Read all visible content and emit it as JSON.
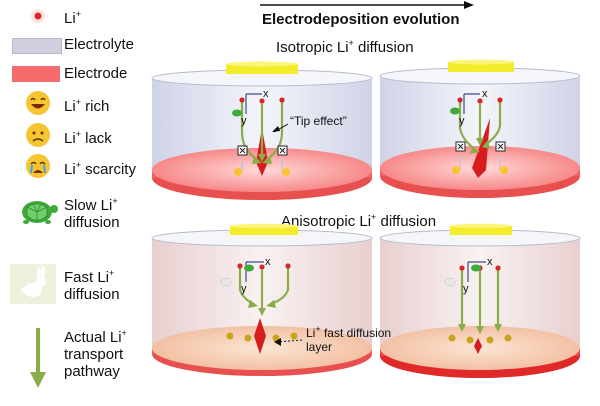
{
  "legend": {
    "li_base": "Li",
    "li_sup": "+",
    "electrolyte": "Electrolyte",
    "electrode": "Electrode",
    "li_rich_base": "Li",
    "li_rich_rest": " rich",
    "li_lack_base": "Li",
    "li_lack_rest": " lack",
    "li_scarcity_base": "Li",
    "li_scarcity_rest": " scarcity",
    "slow_line1": "Slow Li",
    "slow_line2": "diffusion",
    "fast_line1": "Fast Li",
    "fast_line2": "diffusion",
    "actual_line1": "Actual Li",
    "actual_line2": "transport",
    "actual_line3": "pathway"
  },
  "header": {
    "evolution_title": "Electrodeposition evolution",
    "isotropic_base": "Isotropic  Li",
    "isotropic_rest": " diffusion",
    "anisotropic_base": "Anisotropic Li",
    "anisotropic_rest": " diffusion"
  },
  "annotations": {
    "tip_effect": "“Tip effect”",
    "fast_layer_base": "Li",
    "fast_layer_rest": " fast diffusion",
    "fast_layer_line2": "layer",
    "axis_x": "x",
    "axis_y": "y"
  },
  "colors": {
    "li_ion": "#d62828",
    "electrolyte": "#cfcfe0",
    "electrode": "#f46b6b",
    "pathway": "#8aad4a",
    "cap": "#f2ec2a"
  }
}
